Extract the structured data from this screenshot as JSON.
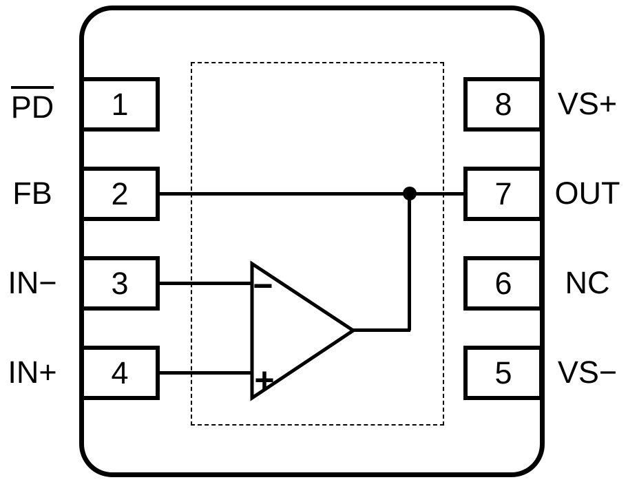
{
  "diagram": {
    "kind": "8-pin op-amp package pinout with internal functional diagram"
  },
  "pins": [
    {
      "number": "1",
      "label": "PD",
      "side": "left",
      "overline": true
    },
    {
      "number": "2",
      "label": "FB",
      "side": "left",
      "overline": false
    },
    {
      "number": "3",
      "label": "IN−",
      "side": "left",
      "overline": false
    },
    {
      "number": "4",
      "label": "IN+",
      "side": "left",
      "overline": false
    },
    {
      "number": "5",
      "label": "VS−",
      "side": "right",
      "overline": false
    },
    {
      "number": "6",
      "label": "NC",
      "side": "right",
      "overline": false
    },
    {
      "number": "7",
      "label": "OUT",
      "side": "right",
      "overline": false
    },
    {
      "number": "8",
      "label": "VS+",
      "side": "right",
      "overline": false
    }
  ],
  "opamp": {
    "inverting_sign": "−",
    "non_inverting_sign": "+"
  },
  "colors": {
    "line": "#000000",
    "background": "#ffffff"
  }
}
